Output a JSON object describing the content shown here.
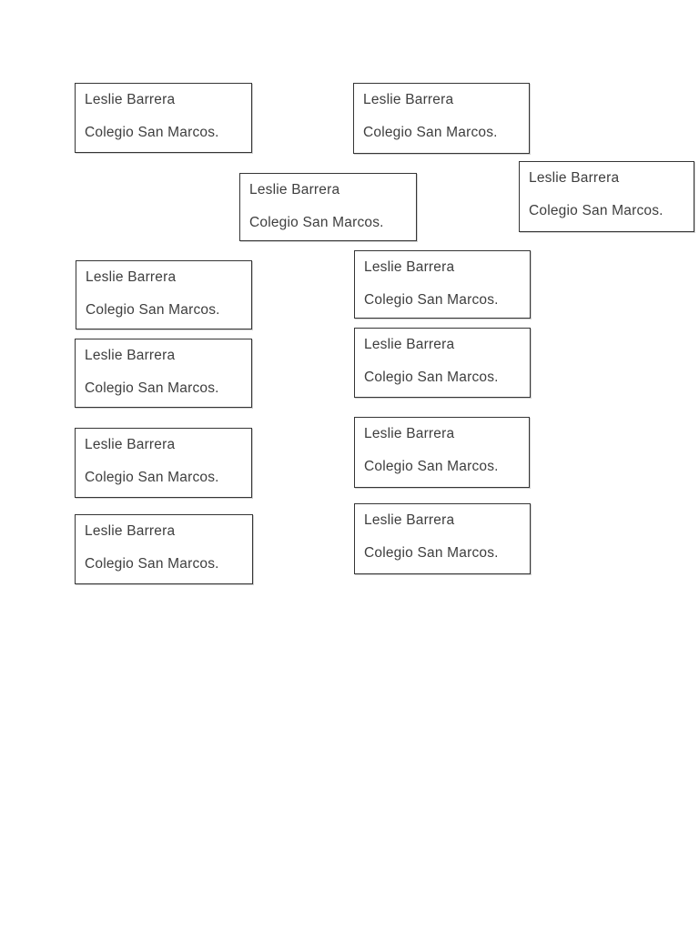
{
  "page": {
    "background_color": "#ffffff",
    "border_color": "#353535",
    "text_color": "#3e3e3e",
    "labels": [
      {
        "line1": "Leslie Barrera",
        "line2": "Colegio San Marcos."
      },
      {
        "line1": "Leslie Barrera",
        "line2": "Colegio San Marcos."
      },
      {
        "line1": "Leslie Barrera",
        "line2": "Colegio San Marcos."
      },
      {
        "line1": "Leslie Barrera",
        "line2": "Colegio San Marcos."
      },
      {
        "line1": "Leslie Barrera",
        "line2": "Colegio San Marcos."
      },
      {
        "line1": "Leslie Barrera",
        "line2": "Colegio San Marcos."
      },
      {
        "line1": "Leslie Barrera",
        "line2": "Colegio San Marcos."
      },
      {
        "line1": "Leslie Barrera",
        "line2": "Colegio San Marcos."
      },
      {
        "line1": "Leslie Barrera",
        "line2": "Colegio San Marcos."
      },
      {
        "line1": "Leslie Barrera",
        "line2": "Colegio San Marcos."
      },
      {
        "line1": "Leslie Barrera",
        "line2": "Colegio San Marcos."
      },
      {
        "line1": "Leslie Barrera",
        "line2": "Colegio San Marcos."
      }
    ]
  }
}
